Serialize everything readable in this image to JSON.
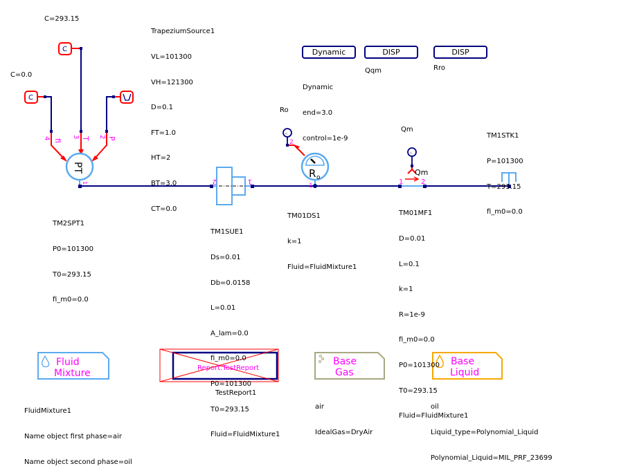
{
  "colors": {
    "wire": "#000080",
    "signal": "#ff0000",
    "component": "#5aaaf0",
    "port_label": "#ff00ff",
    "gas_border": "#a8a880",
    "liquid_border": "#f5a800"
  },
  "constants": [
    {
      "id": "C_293",
      "label": "C=293.15",
      "icon": "constant-icon",
      "glyph": "C"
    },
    {
      "id": "C_0",
      "label": "C=0.0",
      "icon": "constant-icon",
      "glyph": "C"
    }
  ],
  "trapezium_source": {
    "icon": "trapezium-source-icon",
    "lines": [
      "TrapeziumSource1",
      "VL=101300",
      "VH=121300",
      "D=0.1",
      "FT=1.0",
      "HT=2",
      "BT=3.0",
      "CT=0.0"
    ]
  },
  "buttons": [
    {
      "label": "Dynamic"
    },
    {
      "label": "DISP"
    },
    {
      "label": "DISP"
    }
  ],
  "dynamic_params": [
    "Dynamic",
    "end=3.0",
    "control=1e-9"
  ],
  "disp_labels": [
    "Qqm",
    "Rro"
  ],
  "sensor_labels": {
    "ro": "Ro",
    "qm": "Qm",
    "qm_port": "Qm"
  },
  "pt_block": {
    "glyph": "PT",
    "ports": [
      {
        "num": "4",
        "name": "fi"
      },
      {
        "num": "3",
        "name": "T"
      },
      {
        "num": "2",
        "name": "P"
      },
      {
        "num": "1",
        "name": ""
      }
    ],
    "lines": [
      "TM2SPT1",
      "P0=101300",
      "T0=293.15",
      "fi_m0=0.0"
    ]
  },
  "sudden_expansion": {
    "ports": [
      "2",
      "1"
    ],
    "lines": [
      "TM1SUE1",
      "Ds=0.01",
      "Db=0.0158",
      "L=0.01",
      "A_lam=0.0",
      "fi_m0=0.0",
      "P0=101300",
      "T0=293.15",
      "Fluid=FluidMixture1"
    ]
  },
  "density_sensor": {
    "glyph": "R",
    "glyph_sub": "o",
    "ports": [
      "1",
      "2"
    ],
    "lines": [
      "TM01DS1",
      "k=1",
      "Fluid=FluidMixture1"
    ]
  },
  "mass_flow": {
    "ports": [
      "1",
      "2"
    ],
    "lines": [
      "TM01MF1",
      "D=0.01",
      "L=0.1",
      "k=1",
      "R=1e-9",
      "fi_m0=0.0",
      "P0=101300",
      "T0=293.15",
      "Fluid=FluidMixture1"
    ]
  },
  "tank": {
    "lines": [
      "TM1STK1",
      "P=101300",
      "T=293.15",
      "fi_m0=0.0"
    ]
  },
  "fluid_mixture": {
    "title_lines": [
      "Fluid",
      "Mixture"
    ],
    "lines": [
      "FluidMixture1",
      "Name object first phase=air",
      "Name object second phase=oil"
    ]
  },
  "report": {
    "inner_label": "Report.TestReport",
    "name": "TestReport1"
  },
  "base_gas": {
    "title_lines": [
      "Base",
      "Gas"
    ],
    "lines": [
      "air",
      "IdealGas=DryAir"
    ]
  },
  "base_liquid": {
    "title_lines": [
      "Base",
      "Liquid"
    ],
    "lines": [
      "oil",
      "Liquid_type=Polynomial_Liquid",
      "Polynomial_Liquid=MIL_PRF_23699"
    ]
  }
}
